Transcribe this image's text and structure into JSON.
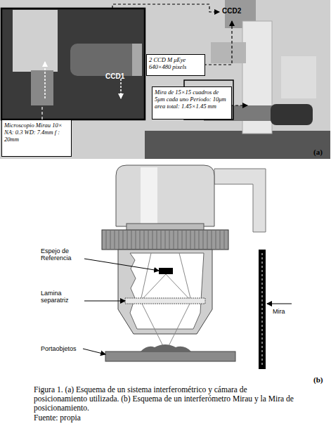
{
  "diagram": {
    "caption": "Figura 1. (a) Esquema de un sistema interferométrico y cámara de posicionamiento utilizada. (b) Esquema de un interferómetro Mirau y la Mira de posicionamiento.",
    "nodes": [
      {
        "text": [
          "2 CCD M μEye 640×480 pixels"
        ]
      },
      {
        "text": [
          "Mira de 15×15 cuadros de 5μm cada uno Periodo: 10μm area total: 1.45×1.45 mm"
        ]
      },
      {
        "text": [
          "Microscopio Mirau 10× NA: 0.3 WD: 7.4mm f : 20mm"
        ]
      }
    ],
    "labels": [
      "CCD2",
      "CCD1",
      "(a)",
      "Espejo de Referencia",
      "Lamina separatriz",
      "Mira",
      "Portaobjetos",
      "(b)",
      "Fuente: propia"
    ]
  }
}
